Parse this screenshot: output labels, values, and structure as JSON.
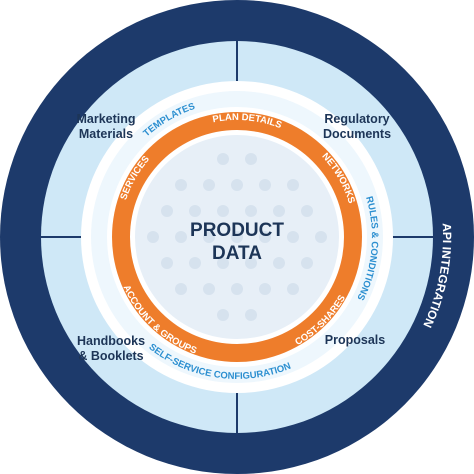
{
  "colors": {
    "outer_ring": "#1d3a6b",
    "quadrant_fill": "#cfe8f7",
    "divider": "#1d3a6b",
    "white_ring": "#ffffff",
    "light_band": "#eef7fd",
    "orange_ring": "#ee7d2b",
    "center_fill": "#e7eff7",
    "center_text": "#1d3557",
    "dot": "#d6e2ee",
    "blue_text": "#2c8fd0"
  },
  "outer_ring": {
    "label": "API INTEGRATION"
  },
  "quadrants": {
    "top_left": "Marketing\nMaterials",
    "top_right": "Regulatory\nDocuments",
    "bottom_left": "Handbooks\n& Booklets",
    "bottom_right": "Proposals"
  },
  "orange_ring": {
    "top": "PLAN DETAILS",
    "left": "SERVICES",
    "right": "NETWORKS",
    "bottom_left": "ACCOUNT & GROUPS",
    "bottom_right": "COST-SHARES"
  },
  "light_band": {
    "top": "TEMPLATES",
    "right": "RULES & CONDITIONS",
    "bottom": "SELF-SERVICE CONFIGURATION"
  },
  "center": {
    "line1": "PRODUCT",
    "line2": "DATA"
  }
}
